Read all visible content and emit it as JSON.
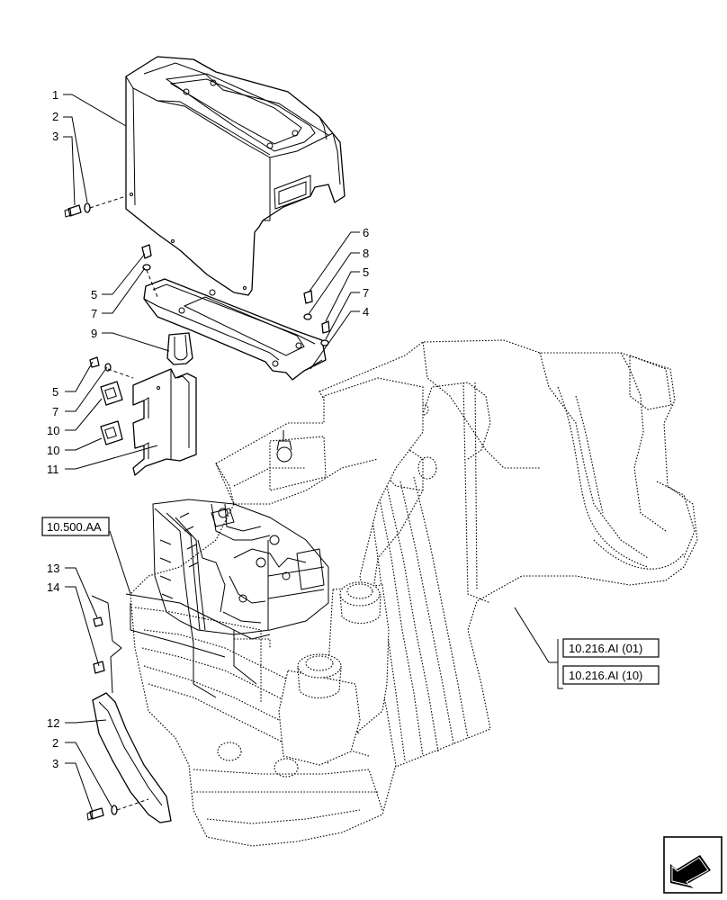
{
  "callouts": {
    "c1": "1",
    "c2a": "2",
    "c3a": "3",
    "c6": "6",
    "c8": "8",
    "c5b": "5",
    "c7b": "7",
    "c4": "4",
    "c5a": "5",
    "c7a": "7",
    "c9": "9",
    "c5c": "5",
    "c7c": "7",
    "c10a": "10",
    "c10b": "10",
    "c11": "11",
    "c13": "13",
    "c14": "14",
    "c12": "12",
    "c2b": "2",
    "c3b": "3"
  },
  "references": {
    "ref_500": "10.500.AA",
    "ref_216_01": "10.216.AI (01)",
    "ref_216_10": "10.216.AI (10)"
  },
  "icons": {
    "nav": "arrow-navigation-icon"
  }
}
